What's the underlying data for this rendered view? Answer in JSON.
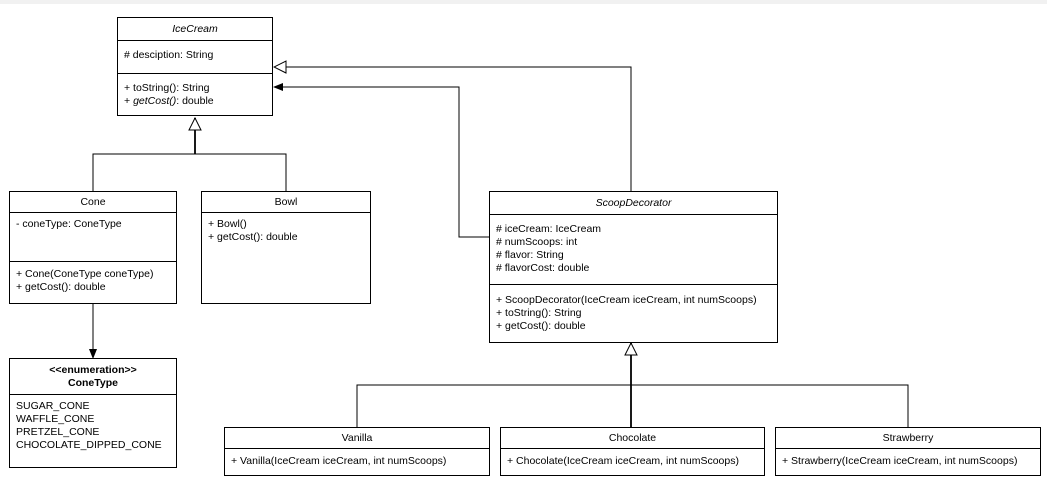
{
  "classes": {
    "icecream": {
      "name": "IceCream",
      "attributes": [
        "# desciption: String"
      ],
      "methods": [
        {
          "text": "+ toString(): String"
        },
        {
          "prefix": "+ ",
          "italic": "getCost()",
          "suffix": ": double"
        }
      ]
    },
    "cone": {
      "name": "Cone",
      "attributes": [
        "- coneType: ConeType"
      ],
      "methods": [
        "+ Cone(ConeType coneType)",
        "+ getCost(): double"
      ]
    },
    "bowl": {
      "name": "Bowl",
      "methods": [
        "+ Bowl()",
        "+ getCost(): double"
      ]
    },
    "conetype": {
      "stereotype": "<<enumeration>>",
      "name": "ConeType",
      "values": [
        "SUGAR_CONE",
        "WAFFLE_CONE",
        "PRETZEL_CONE",
        "CHOCOLATE_DIPPED_CONE"
      ]
    },
    "scoop": {
      "name": "ScoopDecorator",
      "attributes": [
        "# iceCream: IceCream",
        "# numScoops: int",
        "# flavor: String",
        "# flavorCost: double"
      ],
      "methods": [
        "+ ScoopDecorator(IceCream iceCream, int numScoops)",
        "+ toString(): String",
        "+ getCost(): double"
      ]
    },
    "vanilla": {
      "name": "Vanilla",
      "methods": [
        "+ Vanilla(IceCream iceCream, int numScoops)"
      ]
    },
    "chocolate": {
      "name": "Chocolate",
      "methods": [
        "+ Chocolate(IceCream iceCream, int numScoops)"
      ]
    },
    "strawberry": {
      "name": "Strawberry",
      "methods": [
        "+ Strawberry(IceCream iceCream, int numScoops)"
      ]
    }
  },
  "colors": {
    "line": "#000000",
    "background": "#ffffff"
  }
}
